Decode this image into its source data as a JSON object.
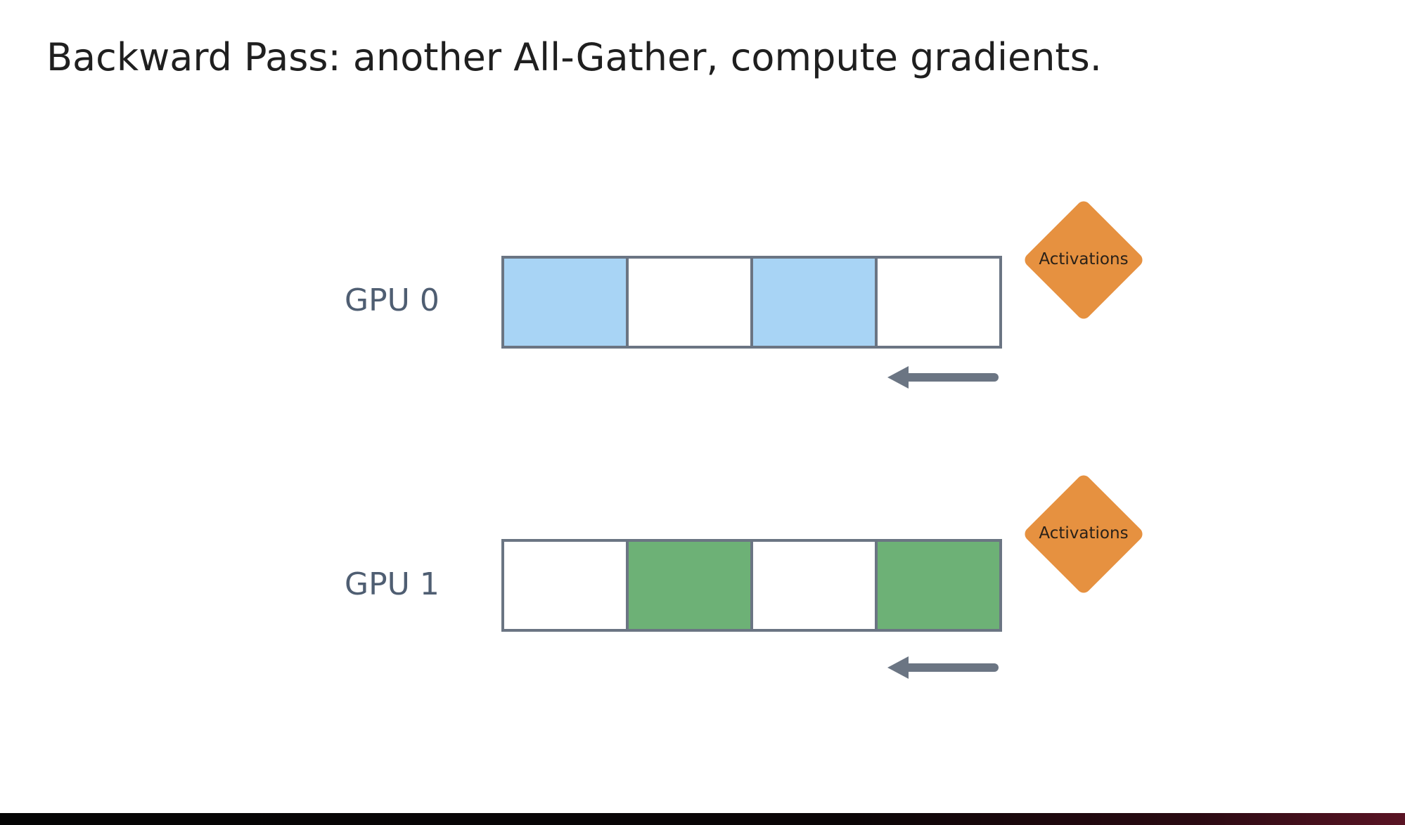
{
  "title": "Backward Pass: another All-Gather, compute gradients.",
  "colors": {
    "gpu0_shard": "#a8d4f5",
    "gpu1_shard": "#6db176",
    "empty_shard": "#ffffff",
    "activations": "#e69140",
    "arrow": "#6b7583"
  },
  "gpus": [
    {
      "label": "GPU 0",
      "activations_label": "Activations",
      "shards": [
        "filled",
        "empty",
        "filled",
        "empty"
      ],
      "arrow_direction": "left",
      "arrow_icon": "arrow-left-icon"
    },
    {
      "label": "GPU 1",
      "activations_label": "Activations",
      "shards": [
        "empty",
        "filled",
        "empty",
        "filled"
      ],
      "arrow_direction": "left",
      "arrow_icon": "arrow-left-icon"
    }
  ]
}
